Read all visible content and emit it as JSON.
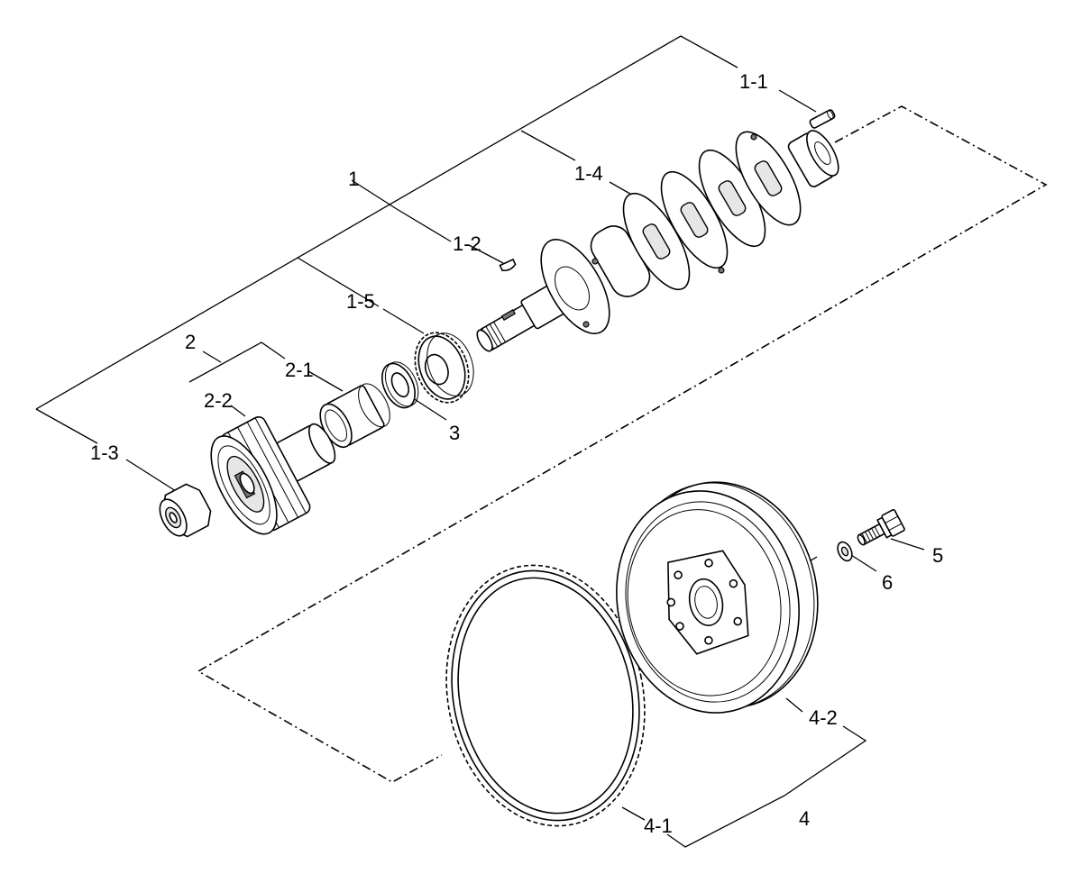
{
  "labels": {
    "l1": "1",
    "l1_1": "1-1",
    "l1_2": "1-2",
    "l1_3": "1-3",
    "l1_4": "1-4",
    "l1_5": "1-5",
    "l2": "2",
    "l2_1": "2-1",
    "l2_2": "2-2",
    "l3": "3",
    "l4": "4",
    "l4_1": "4-1",
    "l4_2": "4-2",
    "l5": "5",
    "l6": "6"
  },
  "parts": {
    "crankshaft": {
      "icon": "crankshaft-icon"
    },
    "key_pin": {
      "icon": "pin-icon"
    },
    "woodruff_key": {
      "icon": "key-icon"
    },
    "nut": {
      "icon": "hex-nut-icon"
    },
    "crank_gear": {
      "icon": "gear-icon"
    },
    "pulley": {
      "icon": "pulley-icon"
    },
    "sleeve": {
      "icon": "sleeve-icon"
    },
    "thrust_washer": {
      "icon": "washer-icon"
    },
    "ring_gear": {
      "icon": "ring-gear-icon"
    },
    "flywheel": {
      "icon": "flywheel-icon"
    },
    "bolt": {
      "icon": "bolt-icon"
    },
    "washer": {
      "icon": "washer-icon"
    }
  }
}
